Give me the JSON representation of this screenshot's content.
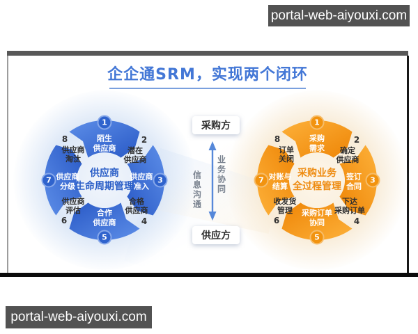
{
  "watermarks": {
    "top_right": "portal-web-aiyouxi.com",
    "bottom_left": "portal-web-aiyouxi.com"
  },
  "title": "企企通SRM，实现两个闭环",
  "middle": {
    "buyer_label": "采购方",
    "supplier_label": "供应方",
    "arrow_left_text": "信息沟通",
    "arrow_right_text": "业务协同"
  },
  "supplier_cycle": {
    "center": "供应商\n生命周期管理",
    "accent_color": "#2f63cd",
    "steps": [
      {
        "num": "1",
        "label": "陌生\n供应商"
      },
      {
        "num": "2",
        "label": "潜在\n供应商"
      },
      {
        "num": "3",
        "label": "供应商\n准入"
      },
      {
        "num": "4",
        "label": "合格\n供应商"
      },
      {
        "num": "5",
        "label": "合作\n供应商"
      },
      {
        "num": "6",
        "label": "供应商\n评估"
      },
      {
        "num": "7",
        "label": "供应商\n分级"
      },
      {
        "num": "8",
        "label": "供应商\n淘汰"
      }
    ]
  },
  "procurement_cycle": {
    "center": "采购业务\n全过程管理",
    "accent_color": "#f2930f",
    "steps": [
      {
        "num": "1",
        "label": "采购\n需求"
      },
      {
        "num": "2",
        "label": "确定\n供应商"
      },
      {
        "num": "3",
        "label": "签订\n合同"
      },
      {
        "num": "4",
        "label": "下达\n采购订单"
      },
      {
        "num": "5",
        "label": "采购订单\n协同"
      },
      {
        "num": "6",
        "label": "收发货\n管理"
      },
      {
        "num": "7",
        "label": "对账与\n结算"
      },
      {
        "num": "8",
        "label": "订单\n关闭"
      }
    ]
  }
}
